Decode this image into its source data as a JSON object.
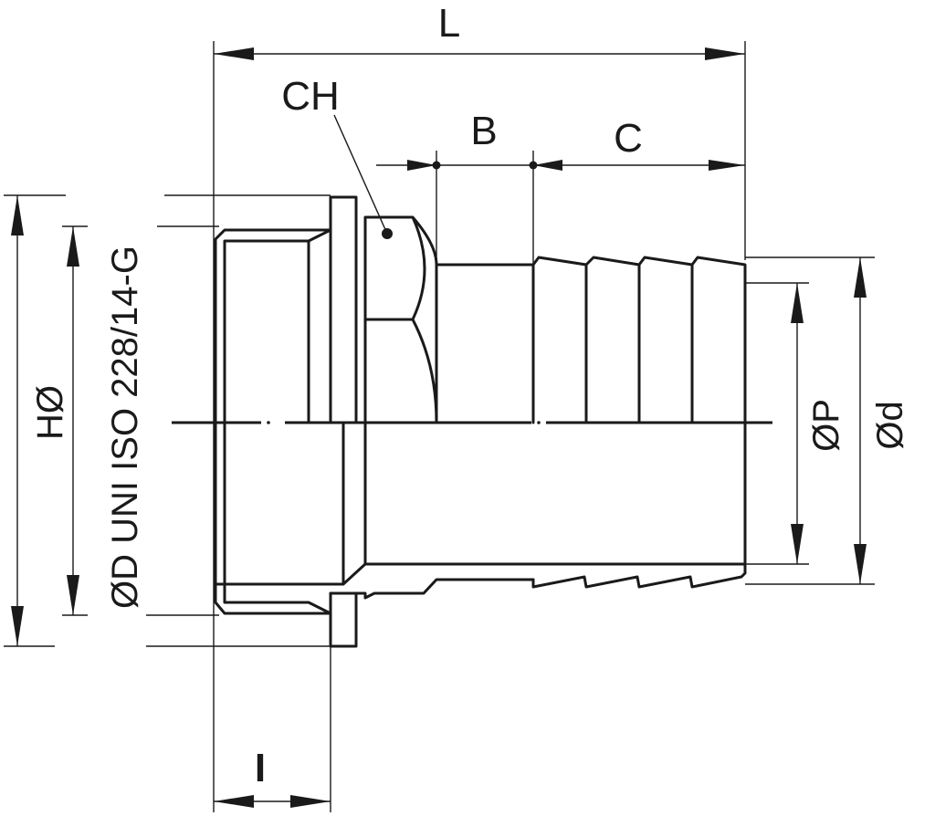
{
  "diagram": {
    "labels": {
      "length": "L",
      "hex": "CH",
      "b": "B",
      "c": "C",
      "outer_h": "HØ",
      "thread": "ØD UNI ISO 228/14-G",
      "inner_p": "ØP",
      "barb_d": "Ød",
      "thread_length": "I"
    },
    "colors": {
      "line": "#1a1a1a",
      "background": "#ffffff"
    }
  }
}
